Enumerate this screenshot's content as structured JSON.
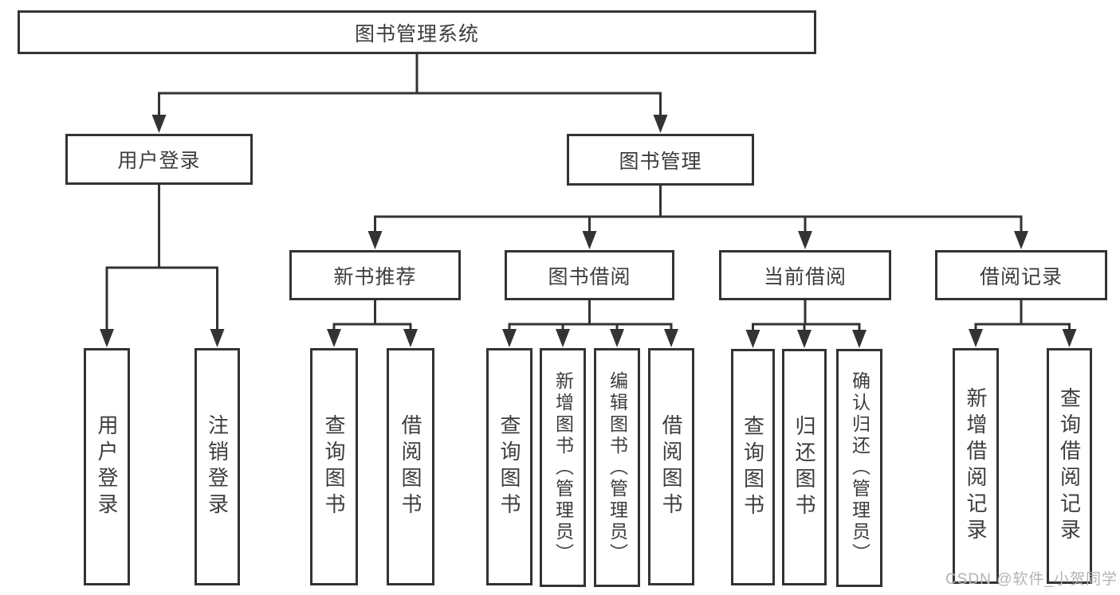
{
  "diagram_title": "图书管理系统",
  "nodes": [
    {
      "id": "root",
      "label": "图书管理系统",
      "parent": null,
      "orientation": "horizontal"
    },
    {
      "id": "user-login",
      "label": "用户登录",
      "parent": "root",
      "orientation": "horizontal"
    },
    {
      "id": "book-mgmt",
      "label": "图书管理",
      "parent": "root",
      "orientation": "horizontal"
    },
    {
      "id": "new-book-rec",
      "label": "新书推荐",
      "parent": "book-mgmt",
      "orientation": "horizontal"
    },
    {
      "id": "book-borrow",
      "label": "图书借阅",
      "parent": "book-mgmt",
      "orientation": "horizontal"
    },
    {
      "id": "current-borrow",
      "label": "当前借阅",
      "parent": "book-mgmt",
      "orientation": "horizontal"
    },
    {
      "id": "borrow-record",
      "label": "借阅记录",
      "parent": "book-mgmt",
      "orientation": "horizontal"
    },
    {
      "id": "user-login-leaf",
      "label": "用户登录",
      "parent": "user-login",
      "orientation": "vertical"
    },
    {
      "id": "logout-leaf",
      "label": "注销登录",
      "parent": "user-login",
      "orientation": "vertical"
    },
    {
      "id": "rec-query-books",
      "label": "查询图书",
      "parent": "new-book-rec",
      "orientation": "vertical"
    },
    {
      "id": "rec-borrow-books",
      "label": "借阅图书",
      "parent": "new-book-rec",
      "orientation": "vertical"
    },
    {
      "id": "bb-query-books",
      "label": "查询图书",
      "parent": "book-borrow",
      "orientation": "vertical"
    },
    {
      "id": "bb-add-books",
      "label": "新增图书（管理员）",
      "parent": "book-borrow",
      "orientation": "vertical"
    },
    {
      "id": "bb-edit-books",
      "label": "编辑图书（管理员）",
      "parent": "book-borrow",
      "orientation": "vertical"
    },
    {
      "id": "bb-borrow-books",
      "label": "借阅图书",
      "parent": "book-borrow",
      "orientation": "vertical"
    },
    {
      "id": "cb-query-books",
      "label": "查询图书",
      "parent": "current-borrow",
      "orientation": "vertical"
    },
    {
      "id": "cb-return-books",
      "label": "归还图书",
      "parent": "current-borrow",
      "orientation": "vertical"
    },
    {
      "id": "cb-confirm-return",
      "label": "确认归还（管理员）",
      "parent": "current-borrow",
      "orientation": "vertical"
    },
    {
      "id": "br-add-record",
      "label": "新增借阅记录",
      "parent": "borrow-record",
      "orientation": "vertical"
    },
    {
      "id": "br-query-record",
      "label": "查询借阅记录",
      "parent": "borrow-record",
      "orientation": "vertical"
    }
  ],
  "watermark": {
    "text": "CSDN @软件_小贺同学",
    "color": "#b3b3b3"
  },
  "colors": {
    "border": "#333333",
    "line": "#333333",
    "text": "#3d3d3d",
    "background": "#ffffff"
  }
}
